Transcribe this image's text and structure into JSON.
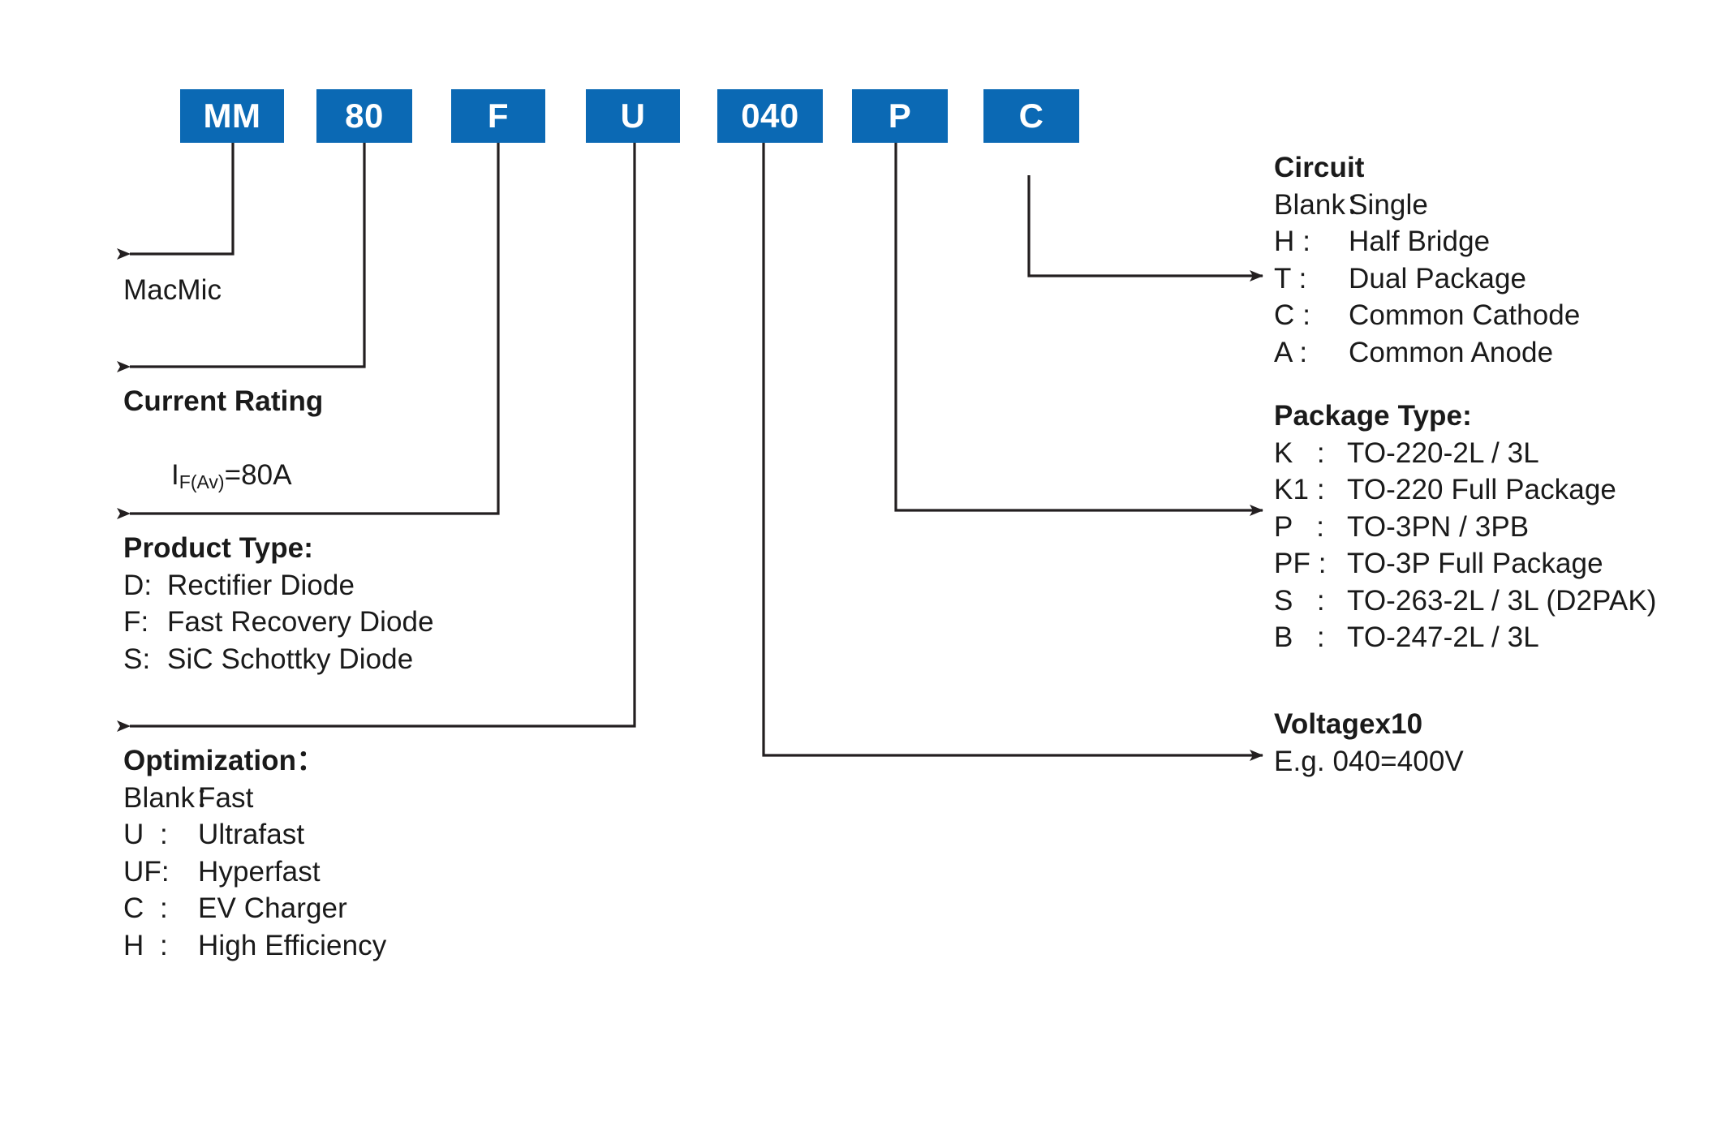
{
  "diagram": {
    "title": "MacMic diode part numbering breakdown",
    "accent_color": "#0b69b4",
    "line_color": "#231f20",
    "background": "#ffffff"
  },
  "part_number": {
    "segments": [
      {
        "id": "brand",
        "label": "MM"
      },
      {
        "id": "current",
        "label": "80"
      },
      {
        "id": "product_type",
        "label": "F"
      },
      {
        "id": "optimization",
        "label": "U"
      },
      {
        "id": "voltage",
        "label": "040"
      },
      {
        "id": "package_type",
        "label": "P"
      },
      {
        "id": "circuit",
        "label": "C"
      }
    ]
  },
  "callouts": {
    "brand": {
      "heading": "",
      "lines": [
        {
          "key": "",
          "value": "MacMic"
        }
      ]
    },
    "current_rating": {
      "heading": "Current Rating",
      "symbol_main": "I",
      "symbol_sub": "F(Av)",
      "symbol_rest": "=80A"
    },
    "product_type": {
      "heading": "Product Type:",
      "lines": [
        {
          "key": "D:",
          "value": "Rectifier Diode"
        },
        {
          "key": "F:",
          "value": "Fast Recovery Diode"
        },
        {
          "key": "S:",
          "value": "SiC Schottky Diode"
        }
      ]
    },
    "optimization": {
      "heading": "Optimization：",
      "lines": [
        {
          "key": "Blank：",
          "value": "Fast"
        },
        {
          "key": "U  :",
          "value": "Ultrafast"
        },
        {
          "key": "UF:",
          "value": "Hyperfast"
        },
        {
          "key": "C  :",
          "value": "EV Charger"
        },
        {
          "key": "H  :",
          "value": "High Efficiency"
        }
      ]
    },
    "circuit": {
      "heading": "Circuit",
      "lines": [
        {
          "key": "Blank：",
          "value": "Single"
        },
        {
          "key": "H :",
          "value": "Half Bridge"
        },
        {
          "key": "T :",
          "value": "Dual Package"
        },
        {
          "key": "C :",
          "value": "Common Cathode"
        },
        {
          "key": "A :",
          "value": "Common Anode"
        }
      ]
    },
    "package_type": {
      "heading": "Package Type:",
      "lines": [
        {
          "key": "K   :",
          "value": "TO-220-2L / 3L"
        },
        {
          "key": "K1 :",
          "value": "TO-220 Full Package"
        },
        {
          "key": "P   :",
          "value": "TO-3PN / 3PB"
        },
        {
          "key": "PF :",
          "value": "TO-3P Full Package"
        },
        {
          "key": "S   :",
          "value": "TO-263-2L / 3L (D2PAK)"
        },
        {
          "key": "B   :",
          "value": "TO-247-2L / 3L"
        }
      ]
    },
    "voltage": {
      "heading": "Voltagex10",
      "example": "E.g. 040=400V"
    }
  }
}
